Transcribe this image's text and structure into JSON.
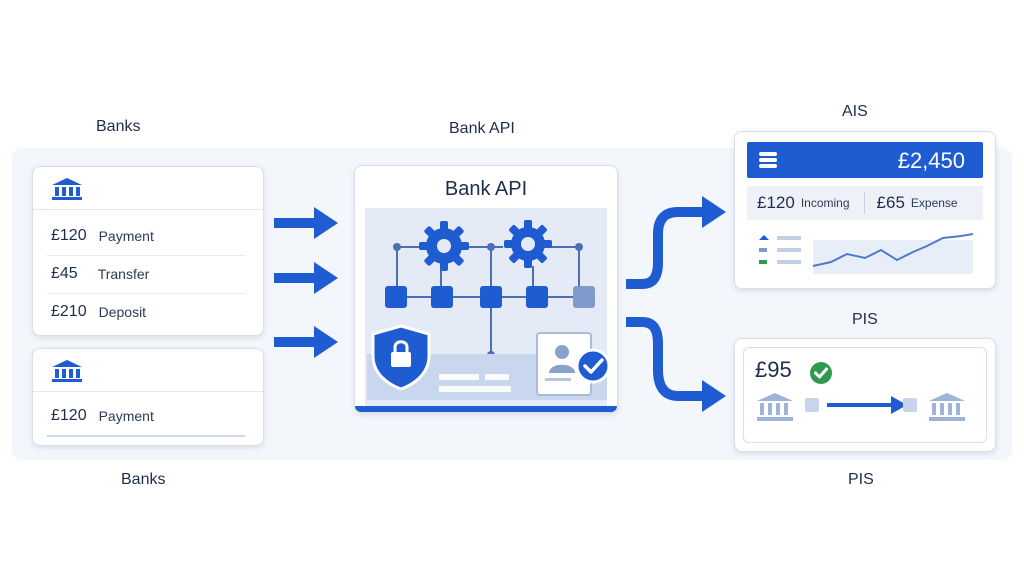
{
  "labels": {
    "banks_top": "Banks",
    "banks_bottom": "Banks",
    "bank_api_top": "Bank API",
    "ais": "AIS",
    "pis_mid": "PIS",
    "pis_bottom": "PIS"
  },
  "banks": {
    "card1_rows": [
      {
        "amount": "£120",
        "desc": "Payment"
      },
      {
        "amount": "£45",
        "desc": "Transfer"
      },
      {
        "amount": "£210",
        "desc": "Deposit"
      }
    ],
    "card2_rows": [
      {
        "amount": "£120",
        "desc": "Payment"
      }
    ]
  },
  "bank_api": {
    "title": "Bank API"
  },
  "ais_card": {
    "total": "£2,450",
    "incoming_amount": "£120",
    "incoming_label": "Incoming",
    "expense_amount": "£65",
    "expense_label": "Expense"
  },
  "pis_card": {
    "amount": "£95"
  },
  "colors": {
    "primary": "#1f5bd1",
    "light": "#e4ebf6",
    "bank_icon_light": "#9fb3d6",
    "success": "#2f9a4f"
  },
  "icons": [
    "bank-icon",
    "gear-icon",
    "shield-lock-icon",
    "user-check-icon",
    "menu-icon",
    "check-circle-icon",
    "arrow-right-icon"
  ]
}
